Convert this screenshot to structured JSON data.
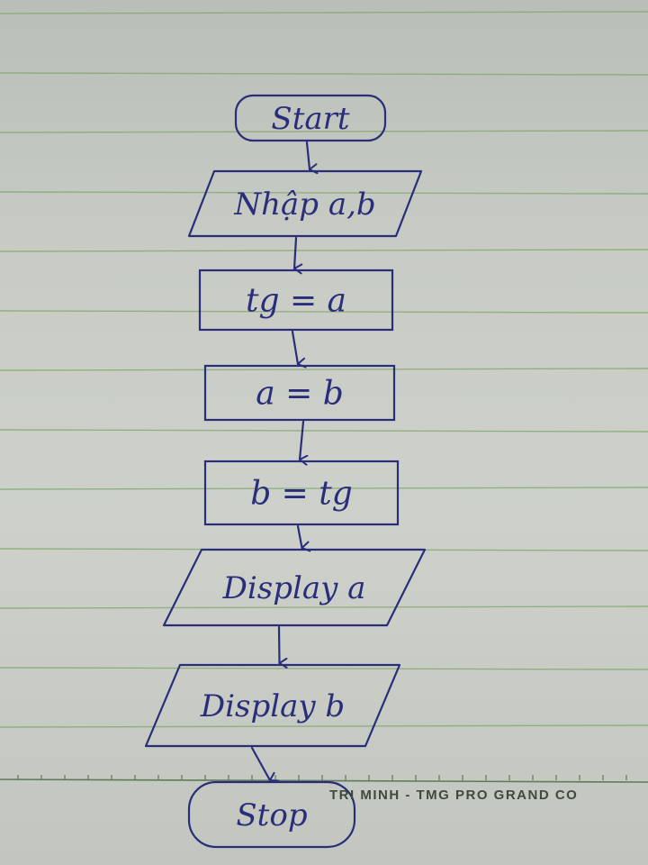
{
  "flowchart": {
    "nodes": [
      {
        "id": "start",
        "shape": "terminator",
        "label": "Start"
      },
      {
        "id": "input",
        "shape": "parallelogram",
        "label": "Nhập a,b"
      },
      {
        "id": "step1",
        "shape": "rectangle",
        "label": "tg = a"
      },
      {
        "id": "step2",
        "shape": "rectangle",
        "label": "a = b"
      },
      {
        "id": "step3",
        "shape": "rectangle",
        "label": "b = tg"
      },
      {
        "id": "out-a",
        "shape": "parallelogram",
        "label": "Display a"
      },
      {
        "id": "out-b",
        "shape": "parallelogram",
        "label": "Display b"
      },
      {
        "id": "stop",
        "shape": "terminator",
        "label": "Stop"
      }
    ],
    "edges": [
      {
        "from": "start",
        "to": "input"
      },
      {
        "from": "input",
        "to": "step1"
      },
      {
        "from": "step1",
        "to": "step2"
      },
      {
        "from": "step2",
        "to": "step3"
      },
      {
        "from": "step3",
        "to": "out-a"
      },
      {
        "from": "out-a",
        "to": "out-b"
      },
      {
        "from": "out-b",
        "to": "stop"
      }
    ]
  },
  "notebook": {
    "footer_text": "TRI MINH - TMG PRO GRAND CO"
  },
  "colors": {
    "ink": "#2a2e7a",
    "ruled_line": "#7fa56a",
    "paper": "#c8ccc5"
  }
}
